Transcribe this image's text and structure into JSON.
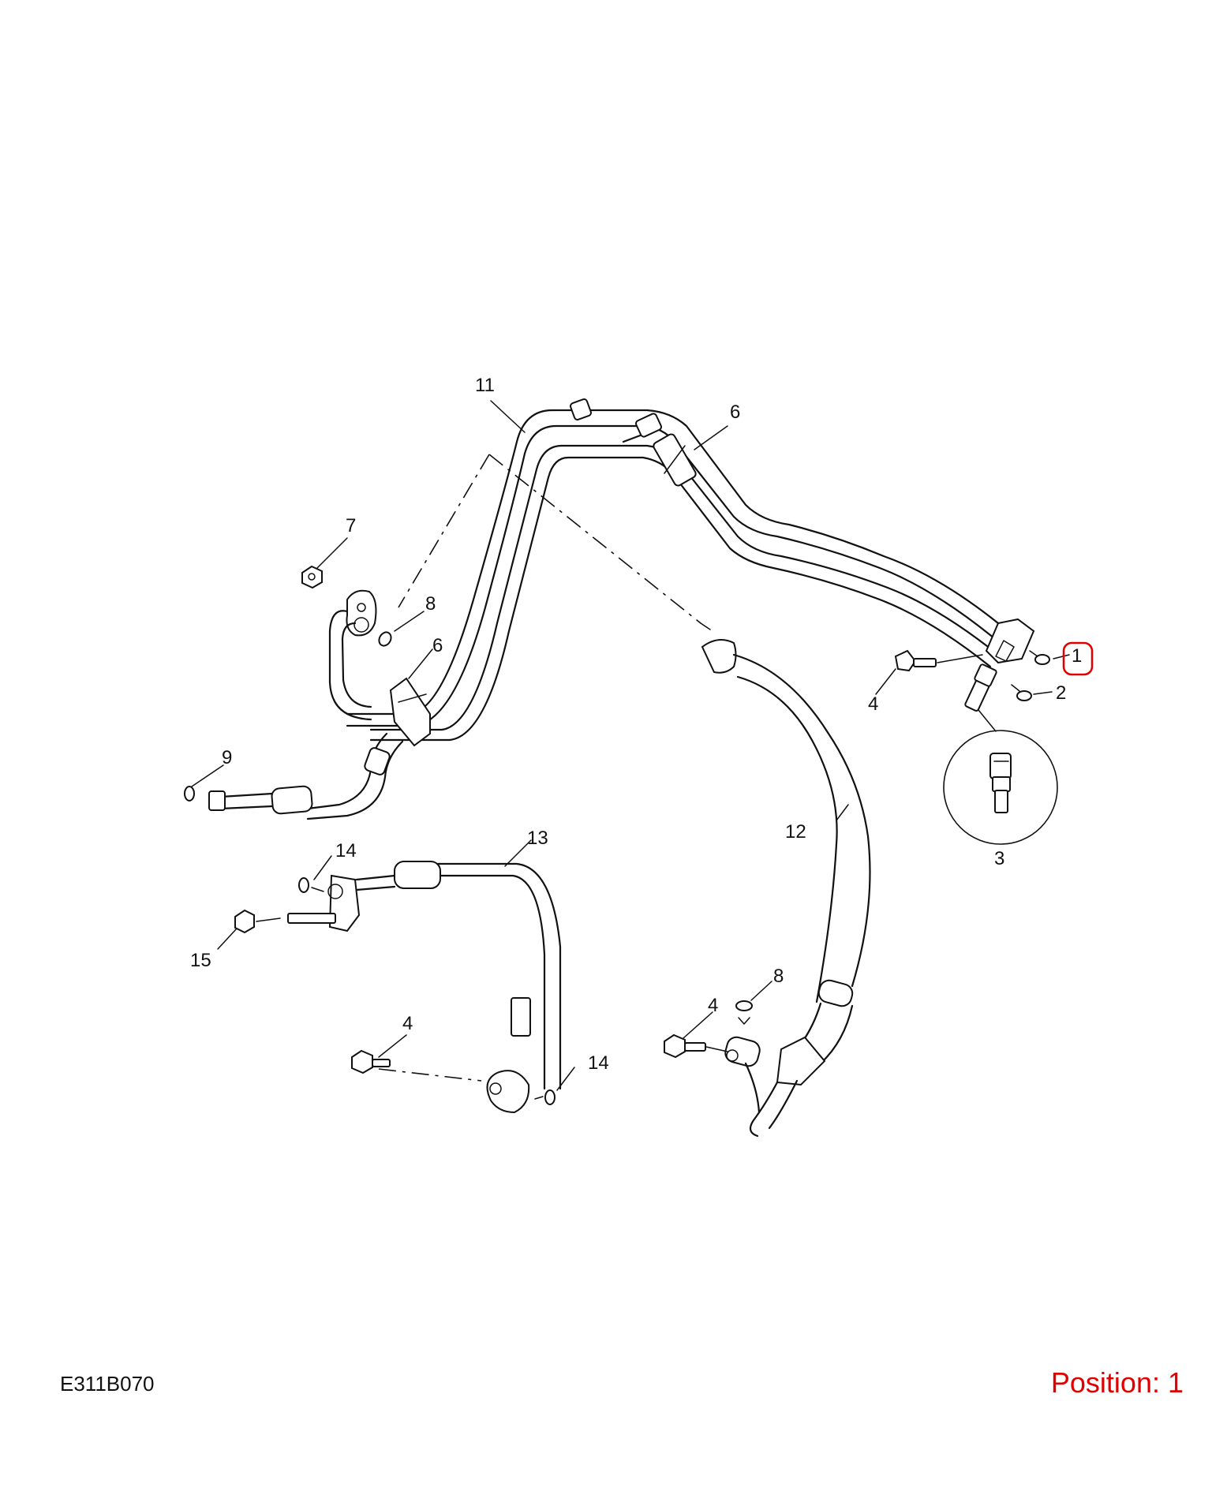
{
  "diagram": {
    "code": "E311B070",
    "position_label": "Position: 1",
    "highlight_color": "#e00000",
    "callouts": {
      "c1": "1",
      "c2": "2",
      "c3": "3",
      "c4a": "4",
      "c4b": "4",
      "c4c": "4",
      "c6a": "6",
      "c6b": "6",
      "c7": "7",
      "c8a": "8",
      "c8b": "8",
      "c9": "9",
      "c11": "11",
      "c12": "12",
      "c13": "13",
      "c14a": "14",
      "c14b": "14",
      "c15": "15"
    }
  }
}
